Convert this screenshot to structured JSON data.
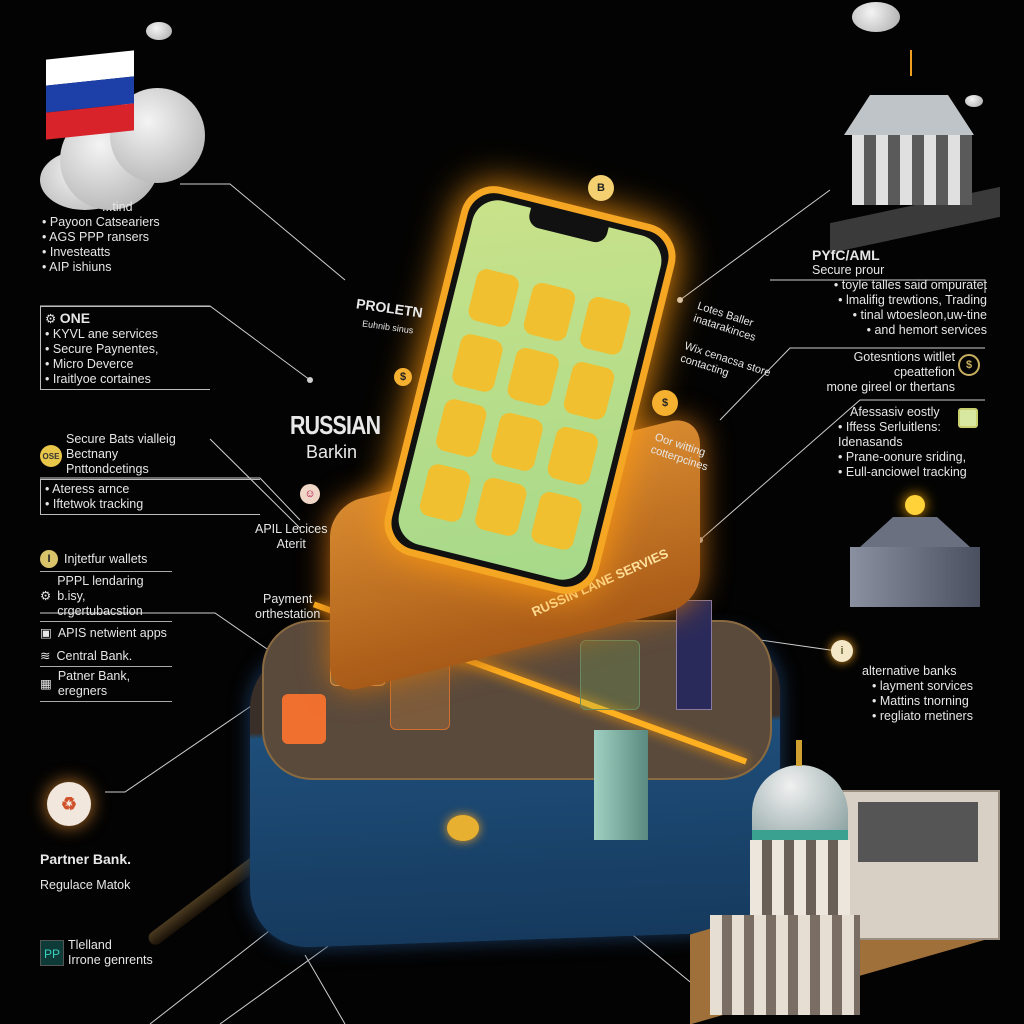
{
  "left": {
    "group1": {
      "heading": "...tind",
      "items": [
        "Payoon Catseariers",
        "AGS PPP ransers",
        "Investeatts",
        "AIP ishiuns"
      ]
    },
    "group2": {
      "heading": "ONE",
      "items": [
        "KYVL ane services",
        "Secure Paynentes,",
        "Micro Deverce",
        "Iraitlyoe cortaines"
      ]
    },
    "group3": {
      "lines": [
        "Secure Bats vialleig",
        "Bectnany",
        "Pnttondcetings"
      ],
      "items": [
        "Ateress arnce",
        "Iftetwok tracking"
      ]
    },
    "group4": {
      "items": [
        "Injtetfur wallets",
        "PPPL lendaring b.isy, crgertubacstion",
        "APIS netwient apps",
        "Central Bank.",
        "Patner Bank, eregners"
      ]
    },
    "partner": {
      "title": "Partner Bank.",
      "subtitle": "Regulace Matok"
    },
    "bottom": {
      "badge": "PP",
      "lines": [
        "Tlelland",
        "Irrone genrents"
      ]
    }
  },
  "center": {
    "title": "RUSSIAN",
    "subtitle": "Barkin",
    "phone_label": "PROLETN",
    "phone_sub": "Euhnib sinus",
    "platform_label": "RUSSIN LANE SERVIES",
    "api_label": [
      "APIL Lecices",
      "Aterit"
    ],
    "payment_label": [
      "Payment",
      "orthestation"
    ],
    "coin": "B"
  },
  "right": {
    "kyc": {
      "heading": "PYfC/AML",
      "sub": "Secure prour",
      "items": [
        "toyle talles said ompuratet",
        "lmalifig trewtions, Trading",
        "tinal wtoesleon,uw-tine",
        "and hemort services"
      ]
    },
    "wallet": {
      "lines": [
        "Gotesntions witllet",
        "cpeattefion",
        "mone gireel or thertans"
      ]
    },
    "access": {
      "lines": [
        "Afessasiv eostly"
      ],
      "items": [
        "Iffess Serluitlens: Idenasands",
        "Prane-oonure sriding,",
        "Eull-anciowel tracking"
      ]
    },
    "phone_side": [
      "Lotes Baller",
      "inatarakinces",
      "Wix cenacsa store",
      "contacting",
      "Oor witting",
      "cotterpcines"
    ],
    "alt": {
      "heading": "alternative banks",
      "items": [
        "layment sorvices",
        "Mattins tnorning",
        "regliato rnetiners"
      ]
    }
  },
  "colors": {
    "accent": "#f5a623",
    "screen": "#b9e07a",
    "flag_white": "#ffffff",
    "flag_blue": "#1c3fa8",
    "flag_red": "#d8232a"
  }
}
